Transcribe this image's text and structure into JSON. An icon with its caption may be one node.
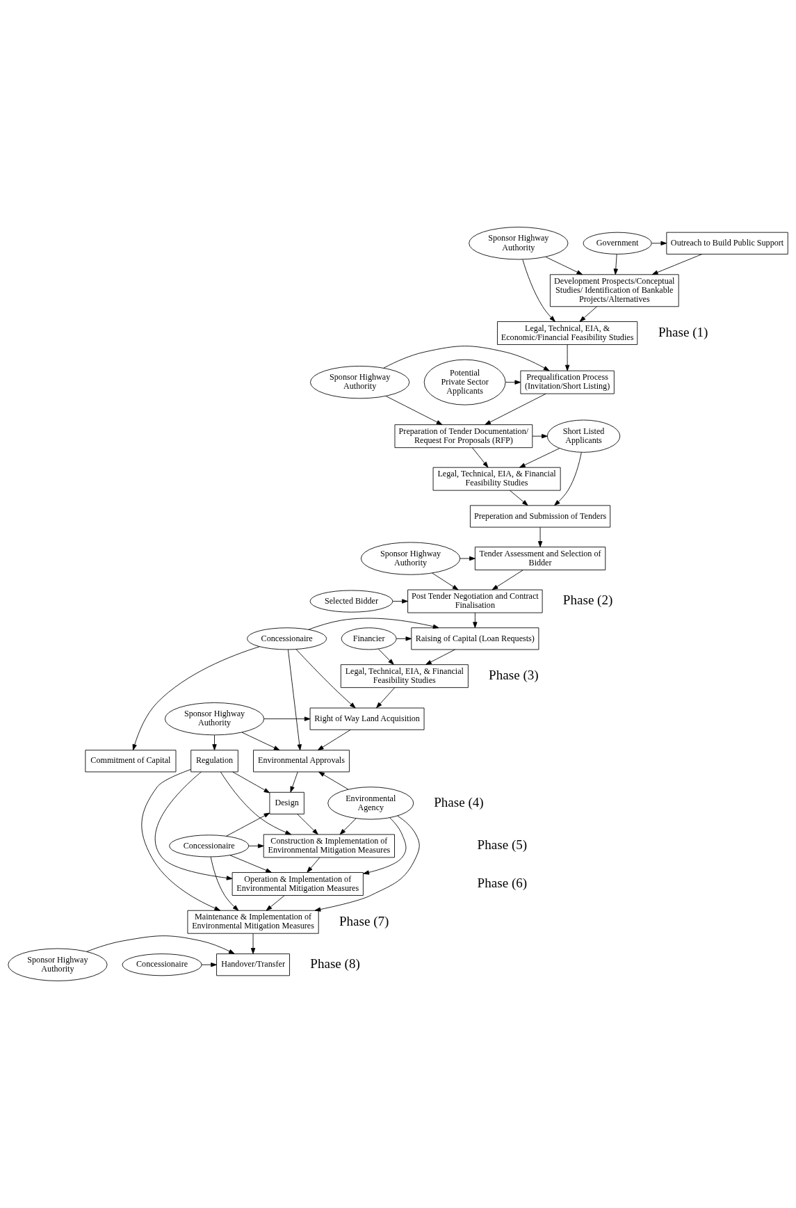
{
  "diagram": {
    "nodes": [
      {
        "text": [
          "Government"
        ]
      },
      {
        "text": [
          "Outreach to Build Public Support"
        ]
      },
      {
        "text": [
          "Sponsor Highway Authority"
        ]
      },
      {
        "text": [
          "Development Prospects/Conceptual Studies/ Identification of Bankable Projects/Alternatives"
        ]
      },
      {
        "text": [
          "Legal, Technical, EIA, & Economic/Financial Feasibility Studies"
        ]
      },
      {
        "text": [
          "Sponsor Highway Authority"
        ]
      },
      {
        "text": [
          "Prequalification Process (Invitation/Short Listing)"
        ]
      },
      {
        "text": [
          "Potential Private Sector Applicants"
        ]
      },
      {
        "text": [
          "Preparation of Tender Documentation/ Request For Proposals (RFP)"
        ]
      },
      {
        "text": [
          "Short Listed Applicants"
        ]
      },
      {
        "text": [
          "Legal, Technical, EIA, & Financial Feasibility Studies"
        ]
      },
      {
        "text": [
          "Preperation and Submission of Tenders"
        ]
      },
      {
        "text": [
          "Sponsor Highway Authority"
        ]
      },
      {
        "text": [
          "Tender Assessment and Selection of Bidder"
        ]
      },
      {
        "text": [
          "Post Tender Negotiation and Contract Finalisation"
        ]
      },
      {
        "text": [
          "Selected Bidder"
        ]
      },
      {
        "text": [
          "Financier"
        ]
      },
      {
        "text": [
          "Raising of Capital (Loan Requests)"
        ]
      },
      {
        "text": [
          "Concessionaire"
        ]
      },
      {
        "text": [
          "Legal, Technical, EIA, & Financial Feasibility Studies"
        ]
      },
      {
        "text": [
          "Sponsor Highway Authority"
        ]
      },
      {
        "text": [
          "Right of Way Land Acquisition"
        ]
      },
      {
        "text": [
          "Environmental Approvals"
        ]
      },
      {
        "text": [
          "Commitment of Capital"
        ]
      },
      {
        "text": [
          "Regulation"
        ]
      },
      {
        "text": [
          "Design"
        ]
      },
      {
        "text": [
          "Environmental Agency"
        ]
      },
      {
        "text": [
          "Construction & Implementation of Environmental Mitigation Measures"
        ]
      },
      {
        "text": [
          "Concessionaire"
        ]
      },
      {
        "text": [
          "Operation & Implementation of Environmental Mitigation Measures"
        ]
      },
      {
        "text": [
          "Maintenance & Implementation of Environmental Mitigation Measures"
        ]
      },
      {
        "text": [
          "Sponsor Highway Authority"
        ]
      },
      {
        "text": [
          "Handover/Transfer"
        ]
      },
      {
        "text": [
          "Concessionaire"
        ]
      }
    ],
    "edges": [
      {
        "from": 0,
        "to": 1,
        "arrow": "to"
      },
      {
        "from": 0,
        "to": 3,
        "arrow": "to"
      },
      {
        "from": 1,
        "to": 3,
        "arrow": "to"
      },
      {
        "from": 2,
        "to": 3,
        "arrow": "to"
      },
      {
        "from": 2,
        "to": 4,
        "arrow": "to"
      },
      {
        "from": 3,
        "to": 4,
        "arrow": "to"
      },
      {
        "from": 4,
        "to": 6,
        "arrow": "to"
      },
      {
        "from": 5,
        "to": 6,
        "arrow": "to"
      },
      {
        "from": 7,
        "to": 6,
        "arrow": "to"
      },
      {
        "from": 5,
        "to": 8,
        "arrow": "to"
      },
      {
        "from": 6,
        "to": 8,
        "arrow": "to"
      },
      {
        "from": 8,
        "to": 9,
        "arrow": "to"
      },
      {
        "from": 8,
        "to": 10,
        "arrow": "to"
      },
      {
        "from": 9,
        "to": 10,
        "arrow": "to"
      },
      {
        "from": 9,
        "to": 11,
        "arrow": "to"
      },
      {
        "from": 10,
        "to": 11,
        "arrow": "to"
      },
      {
        "from": 11,
        "to": 13,
        "arrow": "to"
      },
      {
        "from": 12,
        "to": 13,
        "arrow": "to"
      },
      {
        "from": 12,
        "to": 14,
        "arrow": "to"
      },
      {
        "from": 13,
        "to": 14,
        "arrow": "to"
      },
      {
        "from": 15,
        "to": 14,
        "arrow": "to"
      },
      {
        "from": 14,
        "to": 17,
        "arrow": "to"
      },
      {
        "from": 16,
        "to": 17,
        "arrow": "to"
      },
      {
        "from": 18,
        "to": 17,
        "arrow": "to"
      },
      {
        "from": 16,
        "to": 19,
        "arrow": "to"
      },
      {
        "from": 17,
        "to": 19,
        "arrow": "to"
      },
      {
        "from": 19,
        "to": 21,
        "arrow": "to"
      },
      {
        "from": 18,
        "to": 21,
        "arrow": "to"
      },
      {
        "from": 18,
        "to": 22,
        "arrow": "to"
      },
      {
        "from": 18,
        "to": 23,
        "arrow": "to"
      },
      {
        "from": 20,
        "to": 21,
        "arrow": "to"
      },
      {
        "from": 20,
        "to": 22,
        "arrow": "to"
      },
      {
        "from": 21,
        "to": 22,
        "arrow": "to"
      },
      {
        "from": 26,
        "to": 22,
        "arrow": "to"
      },
      {
        "from": 20,
        "to": 24,
        "arrow": "to"
      },
      {
        "from": 22,
        "to": 25,
        "arrow": "to"
      },
      {
        "from": 24,
        "to": 25,
        "arrow": "to"
      },
      {
        "from": 24,
        "to": 27,
        "arrow": "to"
      },
      {
        "from": 24,
        "to": 29,
        "arrow": "to"
      },
      {
        "from": 24,
        "to": 30,
        "arrow": "to"
      },
      {
        "from": 25,
        "to": 27,
        "arrow": "to"
      },
      {
        "from": 27,
        "to": 29,
        "arrow": "to"
      },
      {
        "from": 29,
        "to": 30,
        "arrow": "to"
      },
      {
        "from": 26,
        "to": 27,
        "arrow": "to"
      },
      {
        "from": 26,
        "to": 29,
        "arrow": "to"
      },
      {
        "from": 26,
        "to": 30,
        "arrow": "to"
      },
      {
        "from": 28,
        "to": 25,
        "arrow": "to"
      },
      {
        "from": 28,
        "to": 27,
        "arrow": "to"
      },
      {
        "from": 28,
        "to": 29,
        "arrow": "to"
      },
      {
        "from": 28,
        "to": 30,
        "arrow": "to"
      },
      {
        "from": 30,
        "to": 32,
        "arrow": "to"
      },
      {
        "from": 31,
        "to": 32,
        "arrow": "to"
      },
      {
        "from": 33,
        "to": 32,
        "arrow": "to"
      }
    ],
    "labels": [
      "Phase (1)",
      "Phase (2)",
      "Phase (3)",
      "Phase (4)",
      "Phase (5)",
      "Phase (6)",
      "Phase (7)",
      "Phase (8)"
    ]
  }
}
